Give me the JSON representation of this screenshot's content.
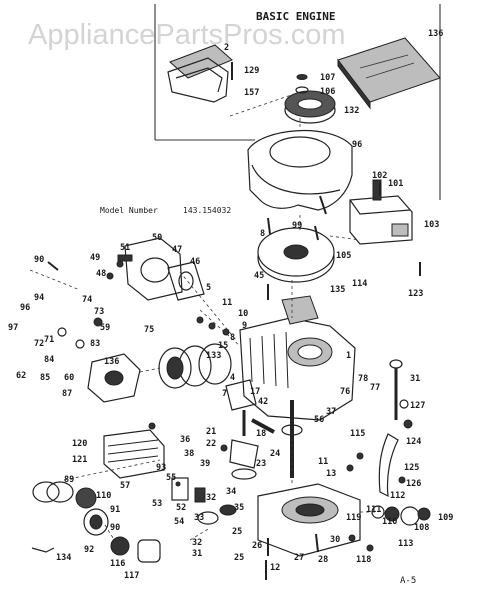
{
  "watermark": "AppliancePartsPros.com",
  "section_title": "BASIC ENGINE",
  "model_label": "Model Number",
  "model_number": "143.154032",
  "page_ref": "A-5",
  "part_labels": [
    "136",
    "2",
    "129",
    "107",
    "106",
    "132",
    "157",
    "96",
    "102",
    "101",
    "103",
    "99",
    "8",
    "105",
    "114",
    "123",
    "90",
    "49",
    "48",
    "51",
    "50",
    "47",
    "46",
    "45",
    "135",
    "96",
    "94",
    "74",
    "73",
    "97",
    "71",
    "72",
    "84",
    "62",
    "85",
    "60",
    "59",
    "83",
    "136",
    "87",
    "15",
    "133",
    "5",
    "11",
    "10",
    "9",
    "8",
    "1",
    "31",
    "127",
    "124",
    "125",
    "126",
    "78",
    "77",
    "76",
    "37",
    "115",
    "56",
    "42",
    "17",
    "18",
    "21",
    "22",
    "38",
    "39",
    "36",
    "120",
    "121",
    "93",
    "55",
    "57",
    "53",
    "52",
    "54",
    "23",
    "24",
    "11",
    "13",
    "12",
    "30",
    "27",
    "28",
    "26",
    "32",
    "31",
    "25",
    "32",
    "33",
    "34",
    "35",
    "112",
    "111",
    "110",
    "108",
    "109",
    "113",
    "119",
    "118",
    "89",
    "110",
    "91",
    "90",
    "92",
    "116",
    "117",
    "134",
    "75",
    "25",
    "4",
    "7"
  ]
}
